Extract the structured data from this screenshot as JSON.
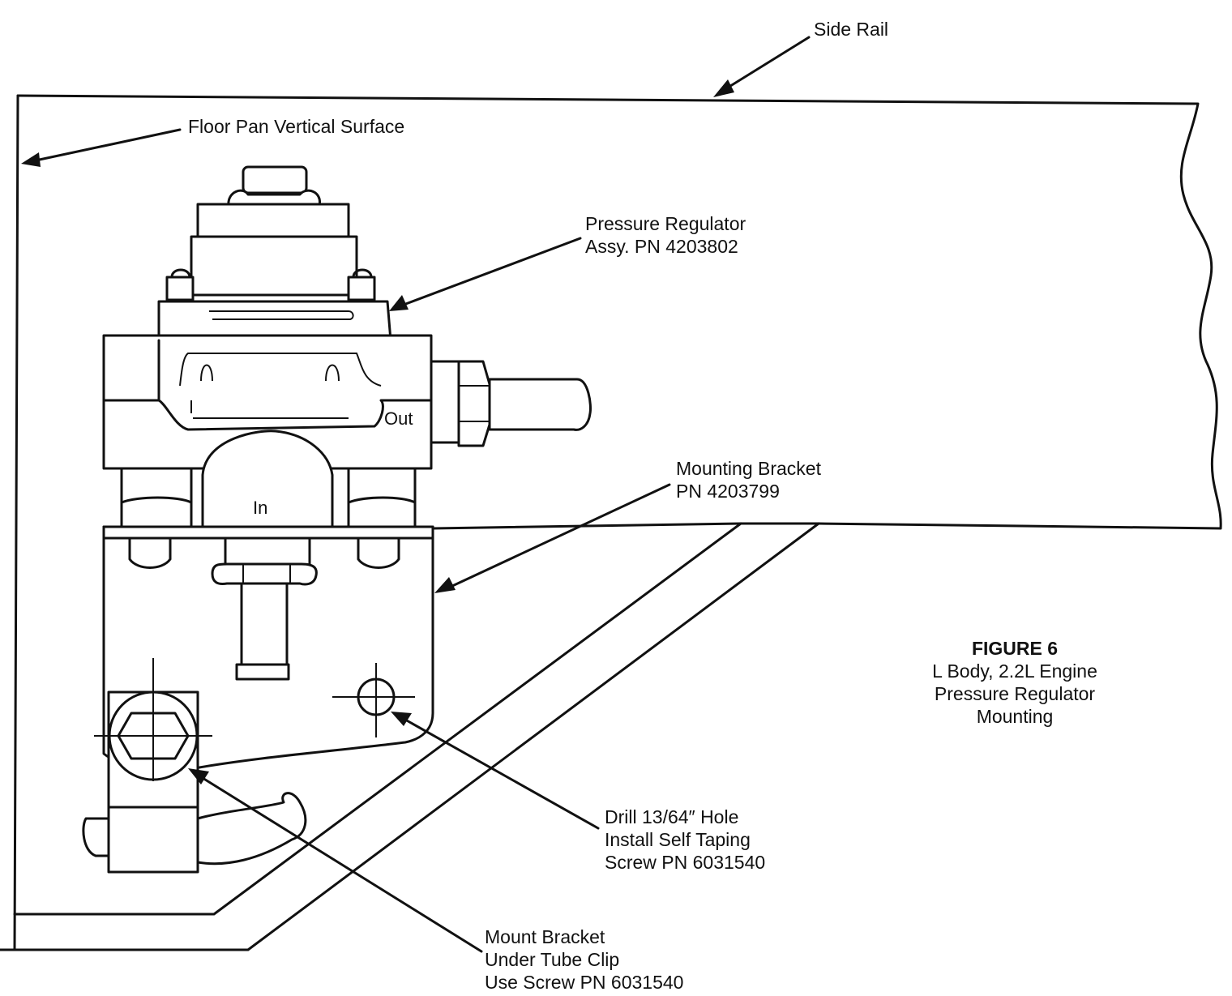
{
  "figure": {
    "number": "FIGURE 6",
    "caption_lines": [
      "L Body, 2.2L Engine",
      "Pressure Regulator",
      "Mounting"
    ]
  },
  "callouts": {
    "side_rail": [
      "Side Rail"
    ],
    "floor_pan": [
      "Floor Pan Vertical Surface"
    ],
    "pressure_regulator": [
      "Pressure Regulator",
      "Assy. PN 4203802"
    ],
    "mounting_bracket": [
      "Mounting Bracket",
      "PN 4203799"
    ],
    "drill_hole": [
      "Drill 13/64″ Hole",
      "Install Self Taping",
      "Screw PN 6031540"
    ],
    "mount_bracket_clip": [
      "Mount Bracket",
      "Under Tube Clip",
      "Use Screw PN 6031540"
    ]
  },
  "ports": {
    "out": "Out",
    "in": "In"
  },
  "colors": {
    "ink": "#111111",
    "paper": "#ffffff"
  }
}
